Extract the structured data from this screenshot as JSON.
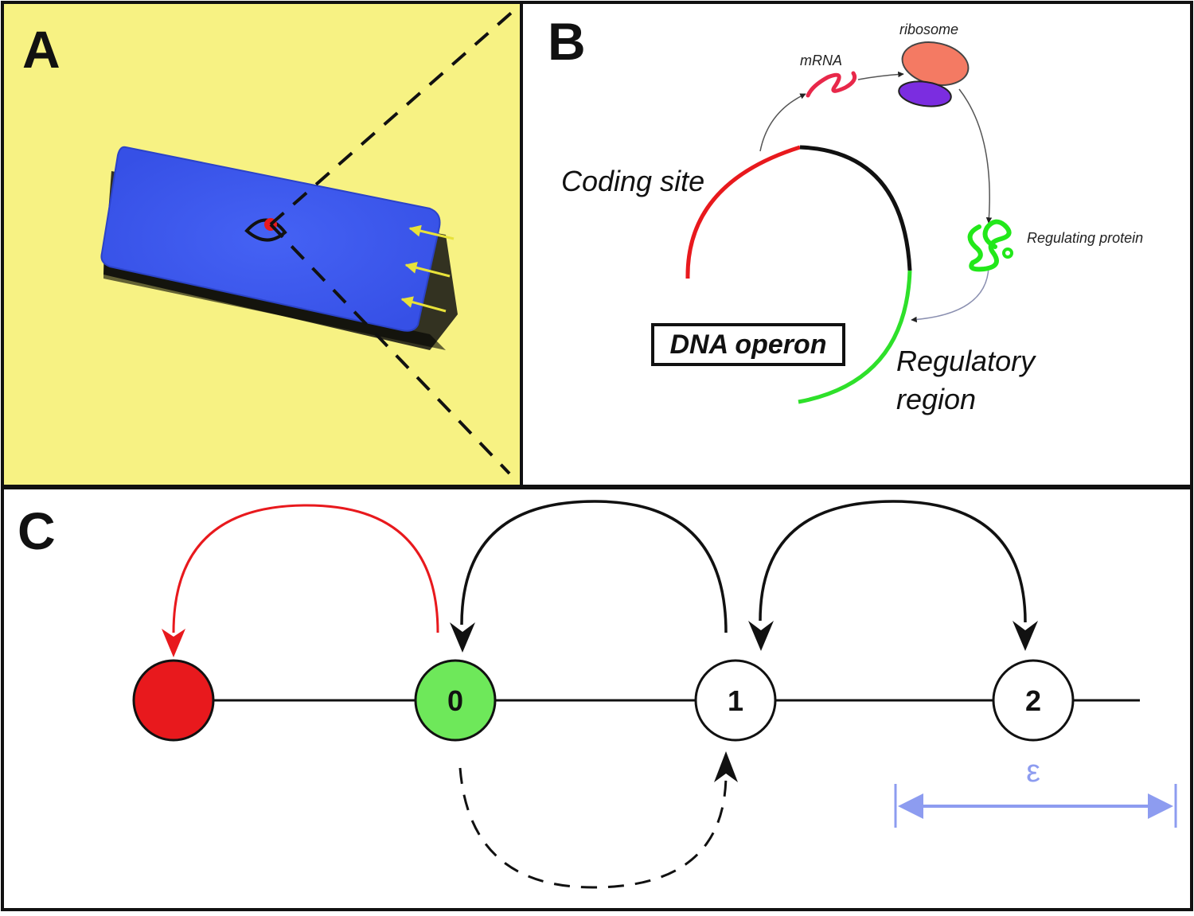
{
  "panels": {
    "a": {
      "letter": "A",
      "background_color": "#f7f283",
      "cell_color": "#3b57f0",
      "marker_color": "#e8191d",
      "arrow_color": "#e8e23a"
    },
    "b": {
      "letter": "B",
      "labels": {
        "mrna": "mRNA",
        "ribosome": "ribosome",
        "coding_site": "Coding site",
        "regulating_protein": "Regulating protein",
        "dna_operon": "DNA operon",
        "regulatory_line1": "Regulatory",
        "regulatory_line2": "region"
      },
      "colors": {
        "coding": "#e8191d",
        "regulatory": "#2ee02a",
        "protein": "#22e81a",
        "ribosome_large": "#f47a63",
        "ribosome_small": "#7b2de0",
        "mrna": "#e8284a"
      }
    },
    "c": {
      "letter": "C",
      "nodes": [
        {
          "label": "",
          "fill": "#e8191d"
        },
        {
          "label": "0",
          "fill": "#6ee85a"
        },
        {
          "label": "1",
          "fill": "#ffffff"
        },
        {
          "label": "2",
          "fill": "#ffffff"
        }
      ],
      "epsilon_label": "ε",
      "colors": {
        "death_arrow": "#e8191d",
        "epsilon": "#8d9cf0"
      }
    }
  }
}
